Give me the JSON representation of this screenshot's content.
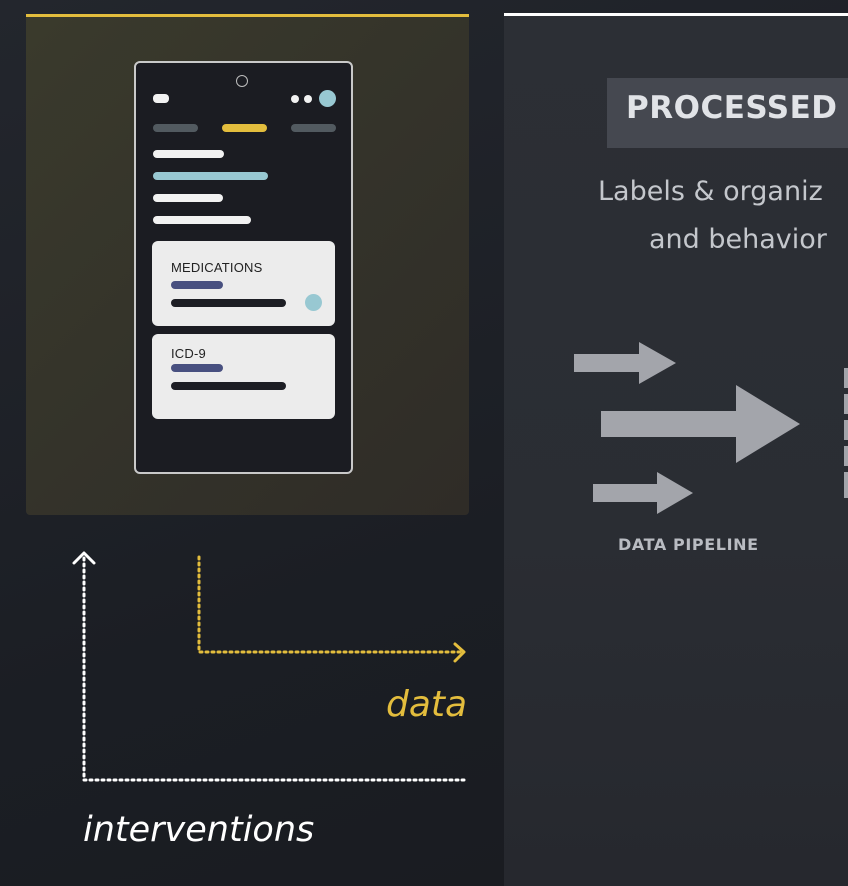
{
  "phone": {
    "card1_title": "MEDICATIONS",
    "card2_title": "ICD-9"
  },
  "processed": {
    "title": "PROCESSED",
    "desc_line1": "Labels & organiz",
    "desc_line2": "and behavior"
  },
  "pipeline": {
    "label": "DATA PIPELINE"
  },
  "flow": {
    "data_label": "data",
    "interventions_label": "interventions"
  },
  "colors": {
    "accent_yellow": "#e3bd3d",
    "teal": "#98c8d2",
    "slate_blue": "#485080",
    "arrow_gray": "#a3a5ab"
  }
}
